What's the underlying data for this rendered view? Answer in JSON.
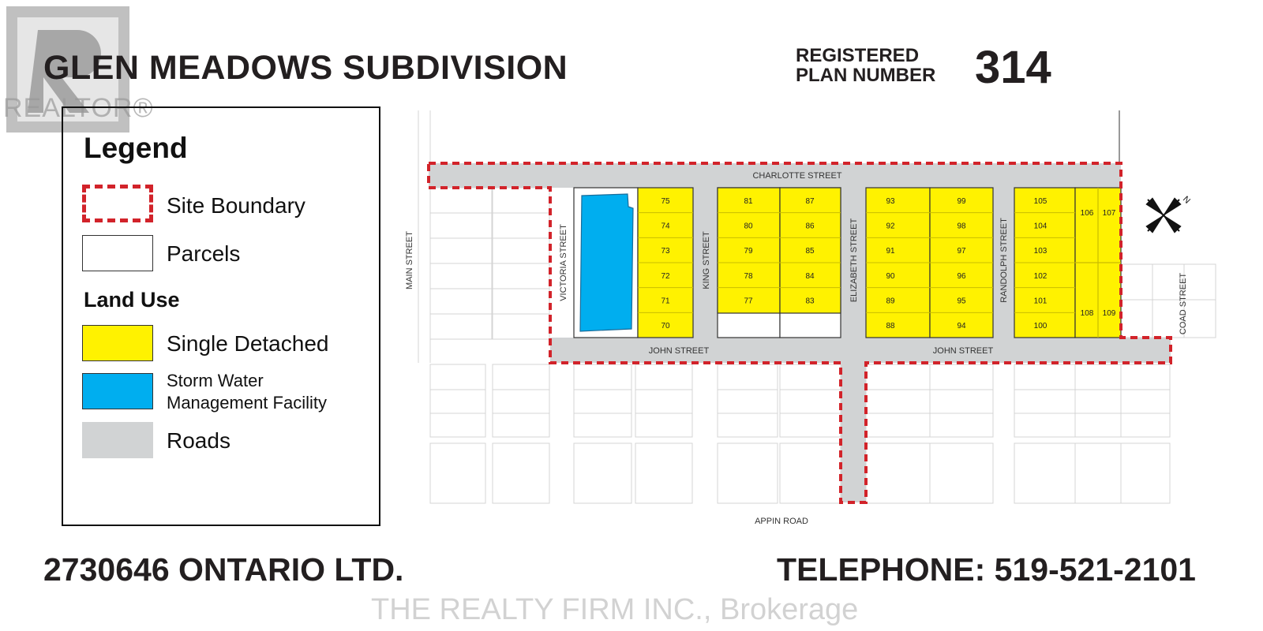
{
  "header": {
    "title": "GLEN MEADOWS SUBDIVISION",
    "registered_line1": "REGISTERED",
    "registered_line2": "PLAN NUMBER",
    "plan_number": "314"
  },
  "watermark": {
    "logo_text": "REALTOR®",
    "brokerage": "THE REALTY FIRM INC., Brokerage"
  },
  "legend": {
    "title": "Legend",
    "site_boundary": "Site Boundary",
    "parcels": "Parcels",
    "land_use_heading": "Land Use",
    "single_detached": "Single Detached",
    "storm_water_line1": "Storm Water",
    "storm_water_line2": "Management Facility",
    "roads": "Roads"
  },
  "colors": {
    "single_detached": "#fff200",
    "storm_water": "#00aeef",
    "roads": "#d1d3d4",
    "boundary": "#d2232a"
  },
  "streets": {
    "charlotte": "CHARLOTTE STREET",
    "john": "JOHN STREET",
    "main": "MAIN STREET",
    "victoria": "VICTORIA STREET",
    "king": "KING STREET",
    "elizabeth": "ELIZABETH STREET",
    "randolph": "RANDOLPH STREET",
    "coad": "COAD STREET",
    "appin": "APPIN ROAD"
  },
  "lots": {
    "block_a": [
      "75",
      "74",
      "73",
      "72",
      "71",
      "70"
    ],
    "block_b_west": [
      "81",
      "80",
      "79",
      "78",
      "77"
    ],
    "block_b_east": [
      "87",
      "86",
      "85",
      "84",
      "83"
    ],
    "block_c_west": [
      "93",
      "92",
      "91",
      "90",
      "89",
      "88"
    ],
    "block_c_east": [
      "99",
      "98",
      "97",
      "96",
      "95",
      "94"
    ],
    "block_d_west": [
      "105",
      "104",
      "103",
      "102",
      "101",
      "100"
    ],
    "block_d_east_top": [
      "106",
      "107"
    ],
    "block_d_east_bottom": [
      "108",
      "109"
    ]
  },
  "compass": {
    "north_label": "N"
  },
  "footer": {
    "owner": "2730646 ONTARIO LTD.",
    "telephone": "TELEPHONE: 519-521-2101"
  }
}
